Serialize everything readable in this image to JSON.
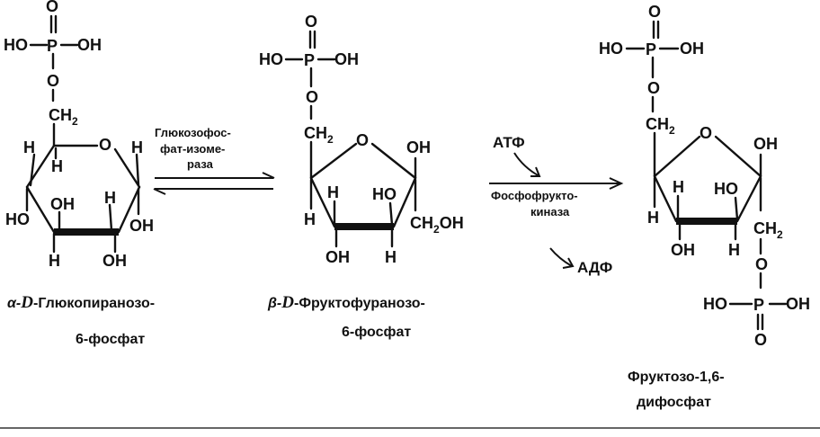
{
  "atoms": {
    "ho": "HO",
    "oh": "OH",
    "o": "O",
    "p": "P",
    "h": "H",
    "ch2": "CH",
    "ch2oh": "CH",
    "ch2oh_tail": "OH",
    "sub2": "2"
  },
  "compounds": {
    "glucose": {
      "prefix": "α-",
      "d": "D",
      "line1": "-Глюкопиранозо-",
      "line2": "6-фосфат"
    },
    "fructose": {
      "prefix": "β-",
      "d": "D",
      "line1": "-Фруктофуранозо-",
      "line2": "6-фосфат"
    },
    "bisphosphate": {
      "line1": "Фруктозо-1,6-",
      "line2": "дифосфат"
    }
  },
  "enzymes": {
    "isomerase": [
      "Глюкозофос-",
      "фат-изоме-",
      "раза"
    ],
    "kinase": [
      "Фосфофрукто-",
      "киназа"
    ]
  },
  "cofactors": {
    "atp": "АТФ",
    "adp": "АДФ"
  }
}
